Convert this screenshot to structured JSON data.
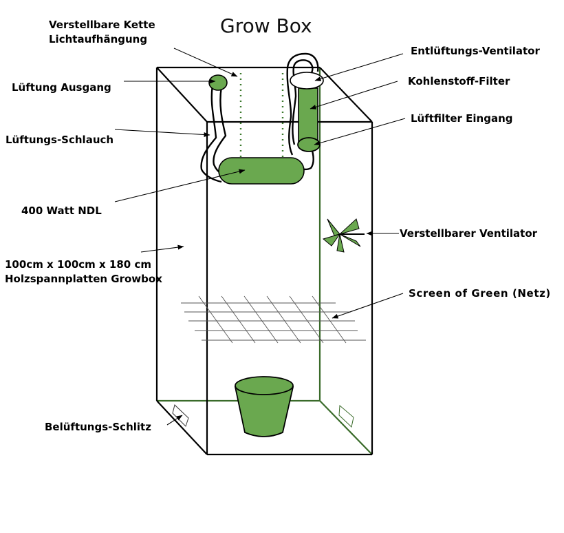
{
  "title": "Grow Box",
  "labels": {
    "chain_line1": "Verstellbare Kette",
    "chain_line2": "Lichtaufhängung",
    "exhaust_fan": "Entlüftungs-Ventilator",
    "vent_outlet": "Lüftung Ausgang",
    "carbon_filter": "Kohlenstoff-Filter",
    "filter_inlet": "Lüftfilter Eingang",
    "vent_hose": "Lüftungs-Schlauch",
    "lamp": "400 Watt NDL",
    "fan": "Verstellbarer Ventilator",
    "dimensions_line1": "100cm x 100cm x 180 cm",
    "dimensions_line2": "Holzspannplatten Growbox",
    "scrog": "Screen of Green (Netz)",
    "intake_slot": "Belüftungs-Schlitz"
  },
  "colors": {
    "component_fill": "#6aa84f",
    "outline": "#000000",
    "edge_green": "#3a6b2a"
  }
}
